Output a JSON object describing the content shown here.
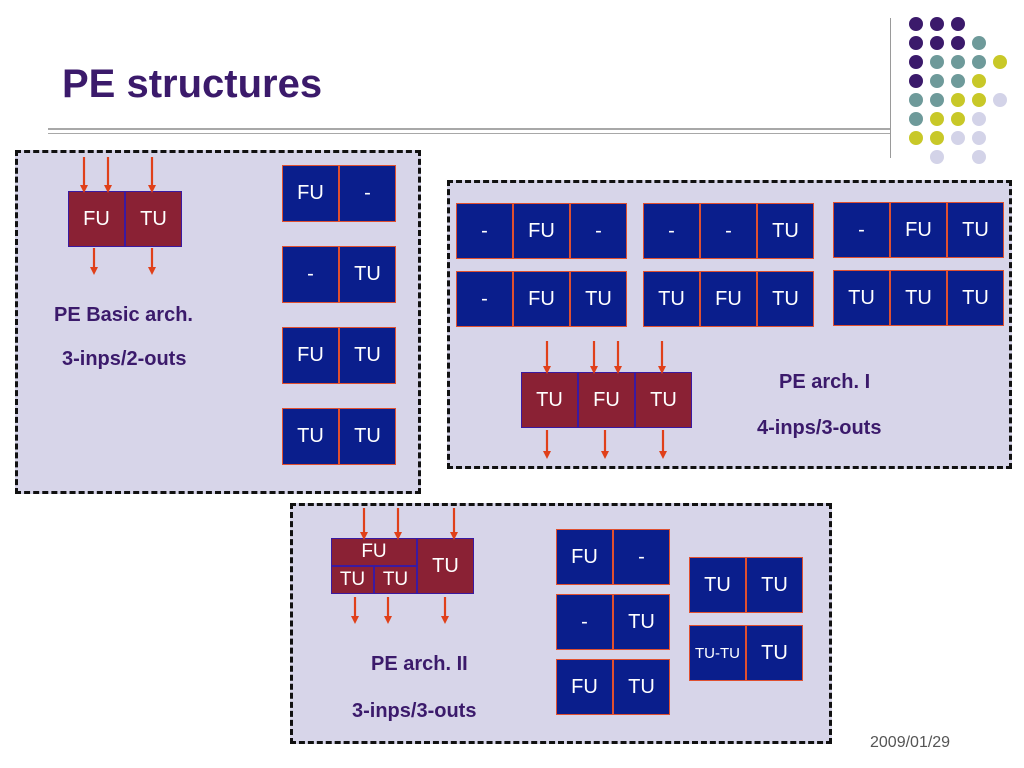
{
  "title": "PE structures",
  "date": "2009/01/29",
  "colors": {
    "dot_purple": "#3b1a6b",
    "dot_teal": "#6e9a9a",
    "dot_yellow": "#c8c828",
    "dot_lavender": "#d3d3e8",
    "cell_blue": "#0a1e8c",
    "cell_red": "#8a2134",
    "arrow": "#e0401a",
    "panel": "#d7d5e9"
  },
  "panel_basic": {
    "label1": "PE Basic arch.",
    "label2": "3-inps/2-outs",
    "main": [
      "FU",
      "TU"
    ],
    "variants": [
      [
        "FU",
        "-"
      ],
      [
        "-",
        "TU"
      ],
      [
        "FU",
        "TU"
      ],
      [
        "TU",
        "TU"
      ]
    ]
  },
  "panel_arch1": {
    "label1": "PE arch. I",
    "label2": "4-inps/3-outs",
    "main": [
      "TU",
      "FU",
      "TU"
    ],
    "variants": [
      [
        "-",
        "FU",
        "-"
      ],
      [
        "-",
        "-",
        "TU"
      ],
      [
        "-",
        "FU",
        "TU"
      ],
      [
        "-",
        "FU",
        "TU"
      ],
      [
        "TU",
        "FU",
        "TU"
      ],
      [
        "TU",
        "TU",
        "TU"
      ]
    ]
  },
  "panel_arch2": {
    "label1": "PE arch. II",
    "label2": "3-inps/3-outs",
    "main_top": "FU",
    "main_bottom": [
      "TU",
      "TU"
    ],
    "main_right": "TU",
    "variants": [
      [
        "FU",
        "-"
      ],
      [
        "-",
        "TU"
      ],
      [
        "FU",
        "TU"
      ],
      [
        "TU",
        "TU"
      ],
      [
        "TU-TU",
        "TU"
      ]
    ]
  }
}
